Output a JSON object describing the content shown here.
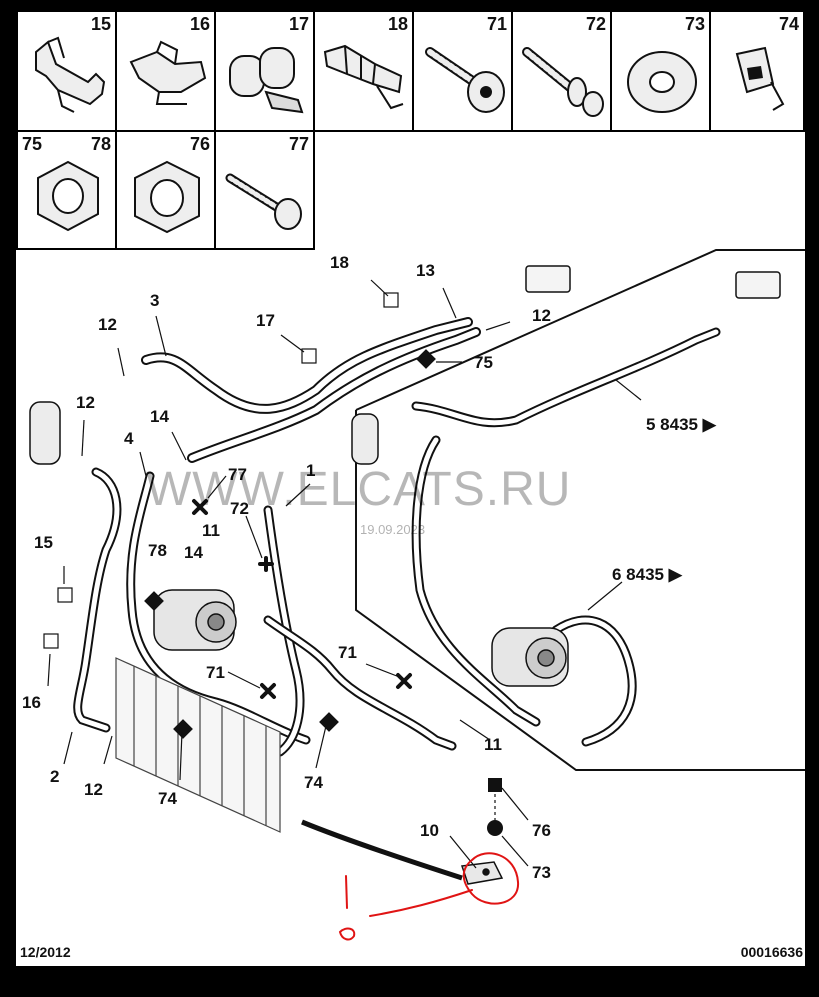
{
  "parts_row1": [
    {
      "num": "15",
      "icon": "bracket-clip"
    },
    {
      "num": "16",
      "icon": "pipe-clip"
    },
    {
      "num": "17",
      "icon": "double-clip"
    },
    {
      "num": "18",
      "icon": "grommet-clip"
    },
    {
      "num": "71",
      "icon": "flange-bolt"
    },
    {
      "num": "72",
      "icon": "stud-bolt"
    },
    {
      "num": "73",
      "icon": "washer"
    },
    {
      "num": "74",
      "icon": "spring-clip"
    }
  ],
  "parts_row2": [
    {
      "num_left": "75",
      "num_right": "78",
      "icon": "flange-nut"
    },
    {
      "num_right": "76",
      "icon": "hex-nut"
    },
    {
      "num_right": "77",
      "icon": "screw"
    }
  ],
  "callouts": [
    {
      "id": "c3",
      "text": "3"
    },
    {
      "id": "c12a",
      "text": "12"
    },
    {
      "id": "c12b",
      "text": "12"
    },
    {
      "id": "c12c",
      "text": "12"
    },
    {
      "id": "c12d",
      "text": "12"
    },
    {
      "id": "c13",
      "text": "13"
    },
    {
      "id": "c17",
      "text": "17"
    },
    {
      "id": "c18",
      "text": "18"
    },
    {
      "id": "c75",
      "text": "75"
    },
    {
      "id": "c14a",
      "text": "14"
    },
    {
      "id": "c14b",
      "text": "14"
    },
    {
      "id": "c4",
      "text": "4"
    },
    {
      "id": "c77",
      "text": "77"
    },
    {
      "id": "c1",
      "text": "1"
    },
    {
      "id": "c72",
      "text": "72"
    },
    {
      "id": "c11a",
      "text": "11"
    },
    {
      "id": "c11b",
      "text": "11"
    },
    {
      "id": "c78",
      "text": "78"
    },
    {
      "id": "c15",
      "text": "15"
    },
    {
      "id": "c16",
      "text": "16"
    },
    {
      "id": "c2",
      "text": "2"
    },
    {
      "id": "c71a",
      "text": "71"
    },
    {
      "id": "c71b",
      "text": "71"
    },
    {
      "id": "c74a",
      "text": "74"
    },
    {
      "id": "c74b",
      "text": "74"
    },
    {
      "id": "c10",
      "text": "10"
    },
    {
      "id": "c76",
      "text": "76"
    },
    {
      "id": "c73",
      "text": "73"
    },
    {
      "id": "c5",
      "text": "5  8435 ▶"
    },
    {
      "id": "c6",
      "text": "6  8435 ▶"
    }
  ],
  "watermark": {
    "site": "WWW.ELCATS.RU",
    "date": "19.09.2023"
  },
  "footer": {
    "date": "12/2012",
    "code": "00016636"
  },
  "colors": {
    "annotation": "#e01414",
    "line": "#111111",
    "background": "#ffffff"
  }
}
